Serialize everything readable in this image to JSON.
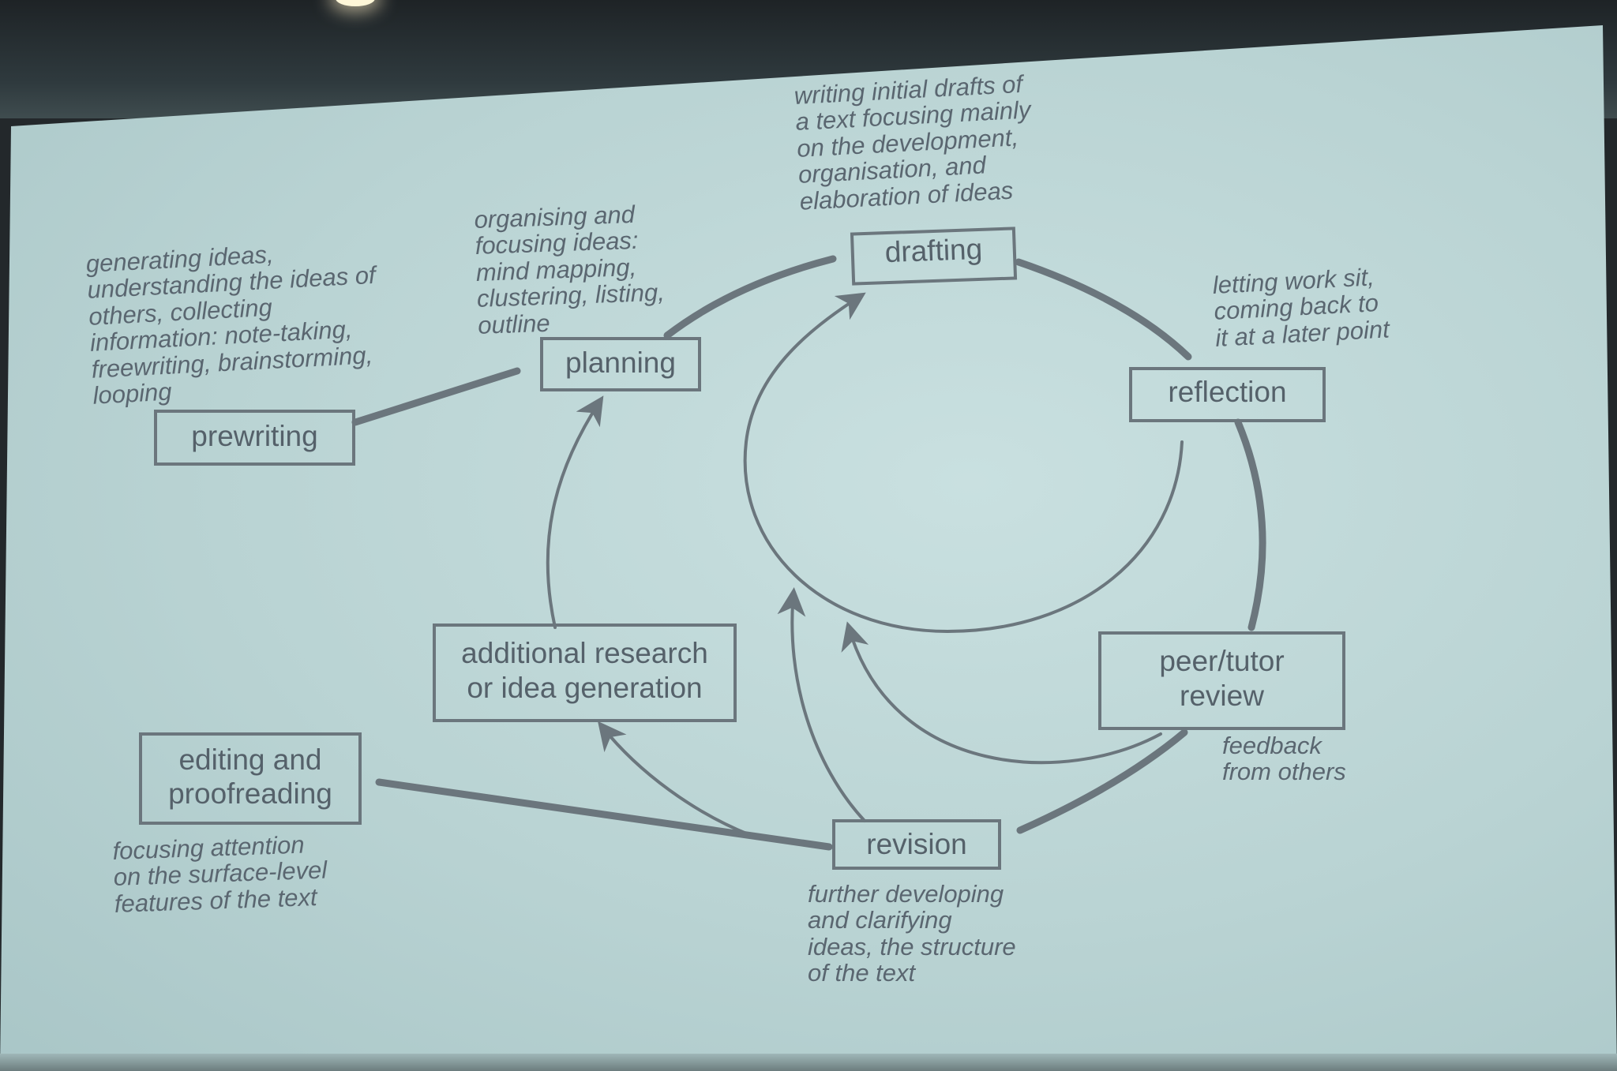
{
  "nodes": {
    "drafting": "drafting",
    "planning": "planning",
    "prewriting": "prewriting",
    "reflection": "reflection",
    "peer_review": "peer/tutor\nreview",
    "revision": "revision",
    "additional": "additional research\nor idea generation",
    "editing": "editing and\nproofreading"
  },
  "notes": {
    "drafting": "writing initial drafts of\na text focusing mainly\non the development,\norganisation, and\nelaboration of ideas",
    "planning": "organising and\nfocusing ideas:\nmind mapping,\nclustering, listing,\noutline",
    "prewriting": "generating ideas,\nunderstanding the ideas of\nothers, collecting\ninformation: note-taking,\nfreewriting, brainstorming,\nlooping",
    "reflection": "letting work sit,\ncoming back to\nit at a later point",
    "peer_review": "feedback\nfrom others",
    "revision": "further developing\nand clarifying\nideas, the structure\nof the text",
    "editing": "focusing attention\non the surface-level\nfeatures of the text"
  },
  "colors": {
    "ink": "#55616a",
    "arrow": "#6b767d",
    "screen": "#bcd6d6"
  }
}
